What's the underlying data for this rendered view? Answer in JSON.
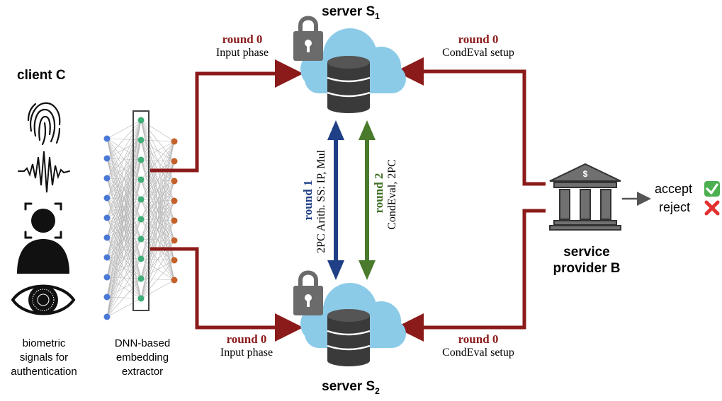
{
  "client": {
    "title": "client C",
    "caption_lines": [
      "biometric",
      "signals for",
      "authentication"
    ]
  },
  "extractor": {
    "caption_lines": [
      "DNN-based",
      "embedding",
      "extractor"
    ]
  },
  "server1": {
    "name": "server S",
    "subscript": "1"
  },
  "server2": {
    "name": "server S",
    "subscript": "2"
  },
  "arrows": {
    "in_top": {
      "round": "round 0",
      "label": "Input phase"
    },
    "in_bottom": {
      "round": "round 0",
      "label": "Input phase"
    },
    "cond_top": {
      "round": "round 0",
      "label": "CondEval setup"
    },
    "cond_bottom": {
      "round": "round 0",
      "label": "CondEval setup"
    },
    "round1": {
      "round": "round 1",
      "label": "2PC Arith. SS: IP, Mul"
    },
    "round2": {
      "round": "round 2",
      "label": "CondEval, 2PC"
    }
  },
  "provider": {
    "lines": [
      "service",
      "provider B"
    ],
    "currency_symbol": "$"
  },
  "outcome": {
    "accept": "accept",
    "reject": "reject",
    "accept_mark": "✓",
    "reject_mark": "✕"
  },
  "colors": {
    "red_arrow": "#8b1a1a",
    "blue_arrow": "#1f3f86",
    "green_arrow": "#4a7a2c",
    "cloud": "#8ccbe8",
    "db": "#3a3a3a",
    "lock": "#6b6b6b"
  },
  "icons": [
    "fingerprint-icon",
    "waveform-icon",
    "face-scan-icon",
    "eye-icon",
    "lock-icon",
    "cloud-icon",
    "database-icon",
    "bank-icon",
    "checkmark-icon",
    "cross-icon"
  ]
}
